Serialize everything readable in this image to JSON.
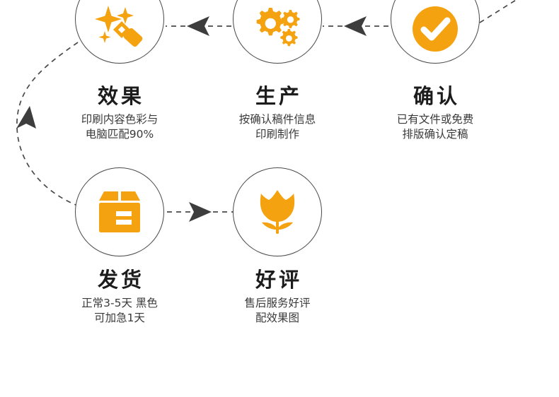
{
  "diagram": {
    "type": "process-flow",
    "flow_direction": "right-to-left on top row, then curve down-left, then left-to-right on bottom row",
    "accent_color": "#F5A210",
    "circle_stroke_color": "#4a4a4a",
    "title_color": "#1c1c1c",
    "subtitle_color": "#3a3a3a",
    "background_color": "#ffffff",
    "steps": [
      {
        "id": "effect",
        "icon": "sparkle-wand-icon",
        "title": "效果",
        "subtitle_lines": [
          "印刷内容色彩与",
          "电脑匹配90%"
        ],
        "row": 1,
        "order": 3
      },
      {
        "id": "production",
        "icon": "gears-icon",
        "title": "生产",
        "subtitle_lines": [
          "按确认稿件信息",
          "印刷制作"
        ],
        "row": 1,
        "order": 2
      },
      {
        "id": "confirm",
        "icon": "check-circle-icon",
        "title": "确认",
        "subtitle_lines": [
          "已有文件或免费",
          "排版确认定稿"
        ],
        "row": 1,
        "order": 1
      },
      {
        "id": "shipping",
        "icon": "package-box-icon",
        "title": "发货",
        "subtitle_lines": [
          "正常3-5天 黑色",
          "可加急1天"
        ],
        "row": 2,
        "order": 4
      },
      {
        "id": "review",
        "icon": "tulip-flower-icon",
        "title": "好评",
        "subtitle_lines": [
          "售后服务好评",
          "配效果图"
        ],
        "row": 2,
        "order": 5
      }
    ],
    "connectors": [
      {
        "id": "arrow-production-to-effect",
        "style": "dashed",
        "direction": "left"
      },
      {
        "id": "arrow-confirm-to-production",
        "style": "dashed",
        "direction": "left"
      },
      {
        "id": "arrow-effect-to-shipping",
        "style": "dashed-curve",
        "direction": "down"
      },
      {
        "id": "arrow-shipping-to-review",
        "style": "dashed",
        "direction": "right"
      },
      {
        "id": "arrow-incoming-top-right",
        "style": "dashed",
        "direction": "incoming"
      }
    ]
  }
}
